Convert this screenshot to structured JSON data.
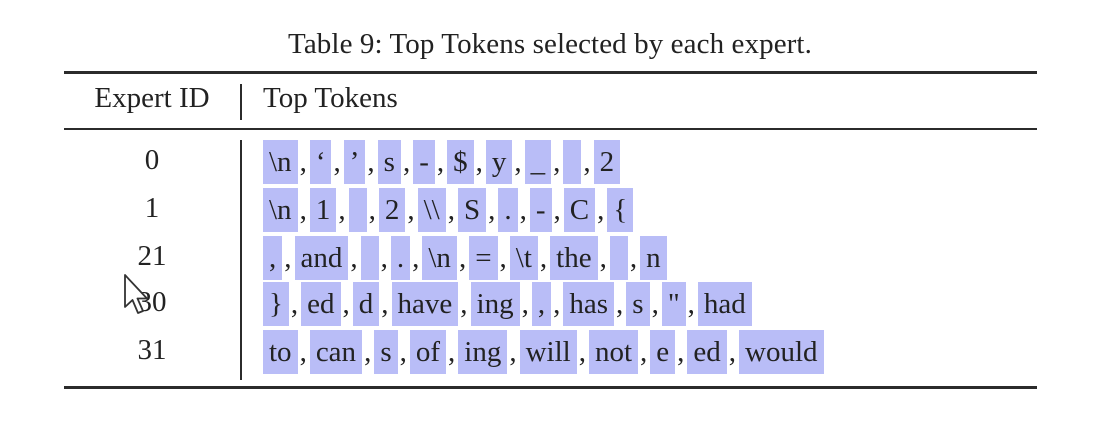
{
  "table": {
    "caption": "Table 9: Top Tokens selected by each expert.",
    "header": {
      "expert_id": "Expert ID",
      "top_tokens": "Top Tokens"
    },
    "rows": [
      {
        "id": "0",
        "tokens": [
          "\\n",
          "‘",
          "’",
          "s",
          "-",
          "$",
          "y",
          "_",
          " ",
          "2"
        ]
      },
      {
        "id": "1",
        "tokens": [
          "\\n",
          "1",
          " ",
          "2",
          "\\\\",
          "S",
          ".",
          "-",
          "C",
          "{"
        ]
      },
      {
        "id": "21",
        "tokens": [
          ",",
          "and",
          " ",
          ".",
          "\\n",
          "=",
          "\\t",
          "the",
          " ",
          "n"
        ]
      },
      {
        "id": "30",
        "tokens": [
          "}",
          "ed",
          "d",
          "have",
          "ing",
          ",",
          "has",
          "s",
          "\"",
          "had"
        ]
      },
      {
        "id": "31",
        "tokens": [
          "to",
          "can",
          "s",
          "of",
          "ing",
          "will",
          "not",
          "e",
          "ed",
          "would"
        ]
      }
    ]
  },
  "colors": {
    "token_highlight": "#b9bdf7",
    "text": "#222222",
    "rule": "#2b2b2b"
  },
  "icons": {
    "cursor": "mouse-pointer-icon"
  }
}
